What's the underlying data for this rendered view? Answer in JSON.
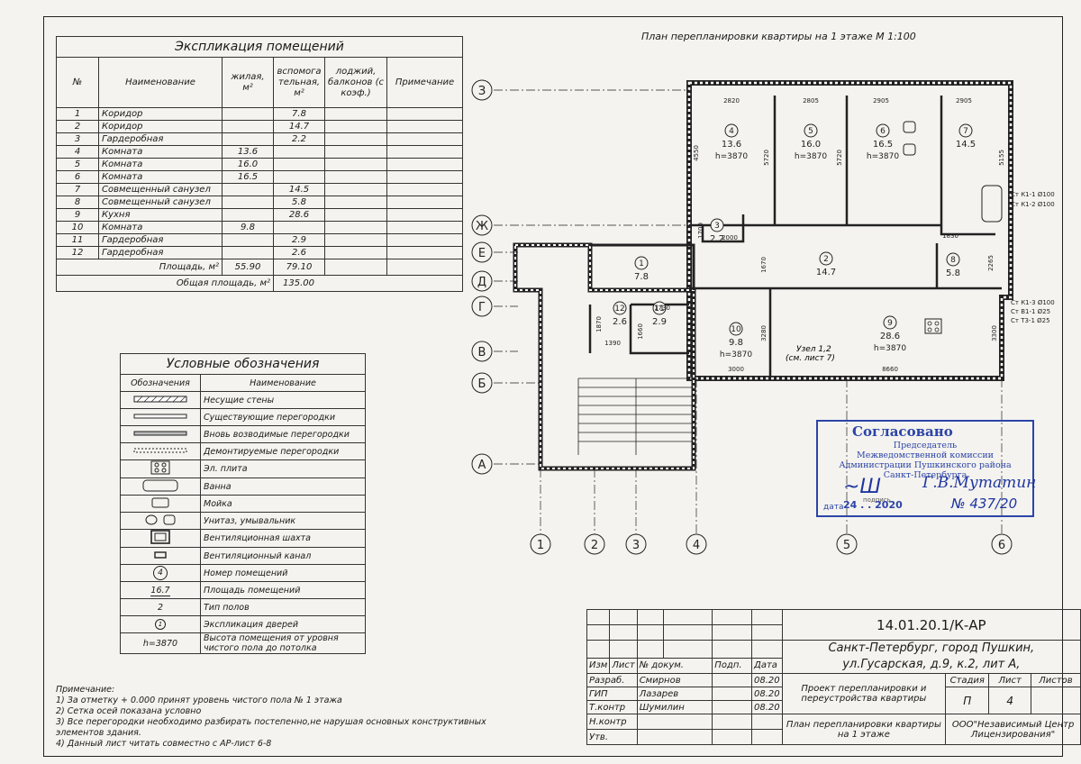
{
  "plan_title": "План перепланировки квартиры на  1 этаже М 1:100",
  "explication": {
    "title": "Экспликация помещений",
    "headers": {
      "num": "№",
      "name": "Наименование",
      "living": "жилая, м²",
      "aux": "вспомога тельная, м²",
      "balc": "лоджий, балконов (с коэф.)",
      "note": "Примечание"
    },
    "rows": [
      {
        "n": "1",
        "name": "Коридор",
        "living": "",
        "aux": "7.8"
      },
      {
        "n": "2",
        "name": "Коридор",
        "living": "",
        "aux": "14.7"
      },
      {
        "n": "3",
        "name": "Гардеробная",
        "living": "",
        "aux": "2.2"
      },
      {
        "n": "4",
        "name": "Комната",
        "living": "13.6",
        "aux": ""
      },
      {
        "n": "5",
        "name": "Комната",
        "living": "16.0",
        "aux": ""
      },
      {
        "n": "6",
        "name": "Комната",
        "living": "16.5",
        "aux": ""
      },
      {
        "n": "7",
        "name": "Совмещенный санузел",
        "living": "",
        "aux": "14.5"
      },
      {
        "n": "8",
        "name": "Совмещенный санузел",
        "living": "",
        "aux": "5.8"
      },
      {
        "n": "9",
        "name": "Кухня",
        "living": "",
        "aux": "28.6"
      },
      {
        "n": "10",
        "name": "Комната",
        "living": "9.8",
        "aux": ""
      },
      {
        "n": "11",
        "name": "Гардеробная",
        "living": "",
        "aux": "2.9"
      },
      {
        "n": "12",
        "name": "Гардеробная",
        "living": "",
        "aux": "2.6"
      }
    ],
    "area_label": "Площадь, м²",
    "area_living": "55.90",
    "area_aux": "79.10",
    "total_label": "Общая площадь, м²",
    "total": "135.00"
  },
  "legend": {
    "title": "Условные обозначения",
    "col1": "Обозначения",
    "col2": "Наименование",
    "items": [
      {
        "sym": "bearing",
        "name": "Несущие стены"
      },
      {
        "sym": "existing",
        "name": "Существующие перегородки"
      },
      {
        "sym": "new",
        "name": "Вновь возводимые перегородки"
      },
      {
        "sym": "demolish",
        "name": "Демонтируемые перегородки"
      },
      {
        "sym": "stove",
        "name": "Эл. плита"
      },
      {
        "sym": "bath",
        "name": "Ванна"
      },
      {
        "sym": "sink",
        "name": "Мойка"
      },
      {
        "sym": "wc",
        "name": "Унитаз, умывальник"
      },
      {
        "sym": "vshaft",
        "name": "Вентиляционная шахта"
      },
      {
        "sym": "vchannel",
        "name": "Вентиляционный канал"
      },
      {
        "sym": "roomnum",
        "name": "Номер помещений",
        "label": "4"
      },
      {
        "sym": "area",
        "name": "Площадь помещений",
        "label": "16.7"
      },
      {
        "sym": "floor",
        "name": "Тип полов",
        "label": "2"
      },
      {
        "sym": "door",
        "name": "Экспликация дверей",
        "label": "1"
      },
      {
        "sym": "height",
        "name": "Высота помещения от уровня чистого пола до потолка",
        "label": "h=3870"
      }
    ]
  },
  "notes": [
    "Примечание:",
    "1) За отметку + 0.000 принят уровень чистого пола № 1 этажа",
    "2) Сетка осей показана условно",
    "3) Все перегородки необходимо разбирать постепенно,не нарушая основных конструктивных",
    "элементов здания.",
    "4) Данный лист читать совместно с АР-лист 6-8"
  ],
  "title_block": {
    "code": "14.01.20.1/К-АР",
    "address1": "Санкт-Петербург, город Пушкин,",
    "address2": "ул.Гусарская, д.9, к.2, лит А,",
    "h": [
      "Изм",
      "Лист",
      "№ докум.",
      "Подп.",
      "Дата"
    ],
    "people": [
      {
        "role": "Разраб.",
        "name": "Смирнов",
        "date": "08.20"
      },
      {
        "role": "ГИП",
        "name": "Лазарев",
        "date": "08.20"
      },
      {
        "role": "Т.контр",
        "name": "Шумилин",
        "date": "08.20"
      },
      {
        "role": "Н.контр",
        "name": "",
        "date": ""
      },
      {
        "role": "Утв.",
        "name": "",
        "date": ""
      }
    ],
    "project": "Проект перепланировки и переустройства квартиры",
    "sheet_title": "План перепланировки квартиры на 1 этаже",
    "stage_h": "Стадия",
    "sheet_h": "Лист",
    "sheets_h": "Листов",
    "stage": "П",
    "sheet": "4",
    "org": "ООО\"Независимый Центр Лицензирования\""
  },
  "stamp": {
    "title": "Согласовано",
    "line1": "Председатель",
    "line2": "Межведомственной комиссии",
    "line3": "Администрации Пушкинского района",
    "line4": "Санкт-Петербурга",
    "sign": "Г.В.Мутатин",
    "date_label": "дата",
    "date": "24 . . 2020",
    "num": "№ 437/20",
    "podpis": "подпись"
  },
  "axes_rows": [
    "З",
    "Ж",
    "Е",
    "Д",
    "Г",
    "В",
    "Б",
    "А"
  ],
  "axes_cols": [
    "1",
    "2",
    "3",
    "4",
    "5",
    "6"
  ],
  "rooms": [
    {
      "n": "4",
      "area": "13.6",
      "h": "h=3870"
    },
    {
      "n": "5",
      "area": "16.0",
      "h": "h=3870"
    },
    {
      "n": "6",
      "area": "16.5",
      "h": "h=3870"
    },
    {
      "n": "7",
      "area": "14.5"
    },
    {
      "n": "3",
      "area": "2.2"
    },
    {
      "n": "1",
      "area": "7.8"
    },
    {
      "n": "2",
      "area": "14.7"
    },
    {
      "n": "8",
      "area": "5.8"
    },
    {
      "n": "12",
      "area": "2.6"
    },
    {
      "n": "11",
      "area": "2.9"
    },
    {
      "n": "10",
      "area": "9.8",
      "h": "h=3870"
    },
    {
      "n": "9",
      "area": "28.6",
      "h": "h=3870"
    }
  ],
  "dims_top": [
    "2820",
    "2805",
    "2905",
    "2905"
  ],
  "dims_misc": [
    "4550",
    "5720",
    "5720",
    "5155",
    "2000",
    "1830",
    "2265",
    "1670",
    "1730",
    "1390",
    "1660",
    "3280",
    "3000",
    "8660",
    "3300",
    "1700",
    "1870"
  ],
  "node_label1": "Узел 1,2",
  "node_label2": "(см. лист 7)",
  "pipes": [
    "Ст К1-1 Ø100",
    "Ст К1-2 Ø100",
    "Ст К1-3 Ø100",
    "Ст В1-1 Ø25",
    "Ст Т3-1 Ø25"
  ]
}
